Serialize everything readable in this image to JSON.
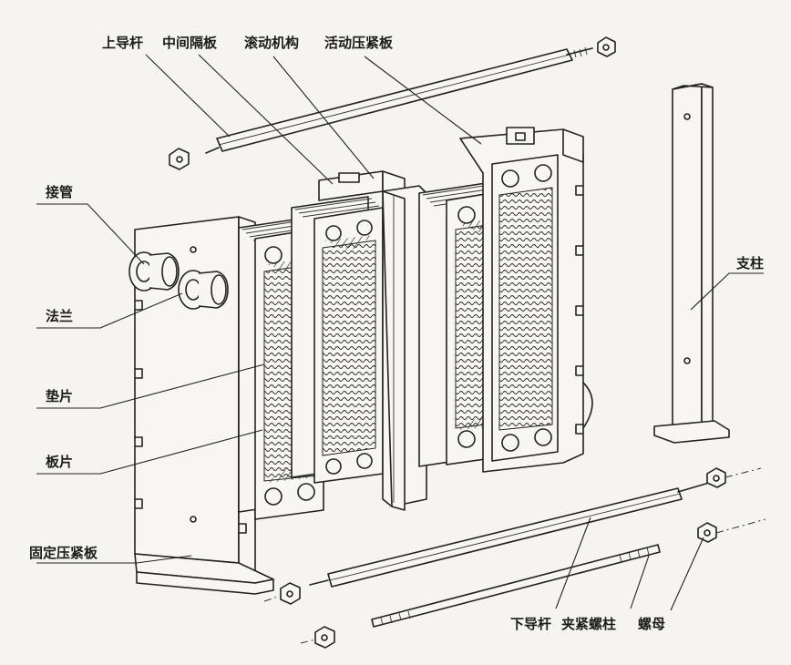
{
  "labels": {
    "upper_guide_rod": "上导杆",
    "middle_partition_plate": "中间隔板",
    "rolling_mechanism": "滚动机构",
    "movable_pressure_plate": "活动压紧板",
    "connecting_pipe": "接管",
    "flange": "法兰",
    "gasket": "垫片",
    "plate": "板片",
    "fixed_pressure_plate": "固定压紧板",
    "support_column": "支柱",
    "lower_guide_rod": "下导杆",
    "clamping_bolt": "夹紧螺柱",
    "nut": "螺母"
  }
}
